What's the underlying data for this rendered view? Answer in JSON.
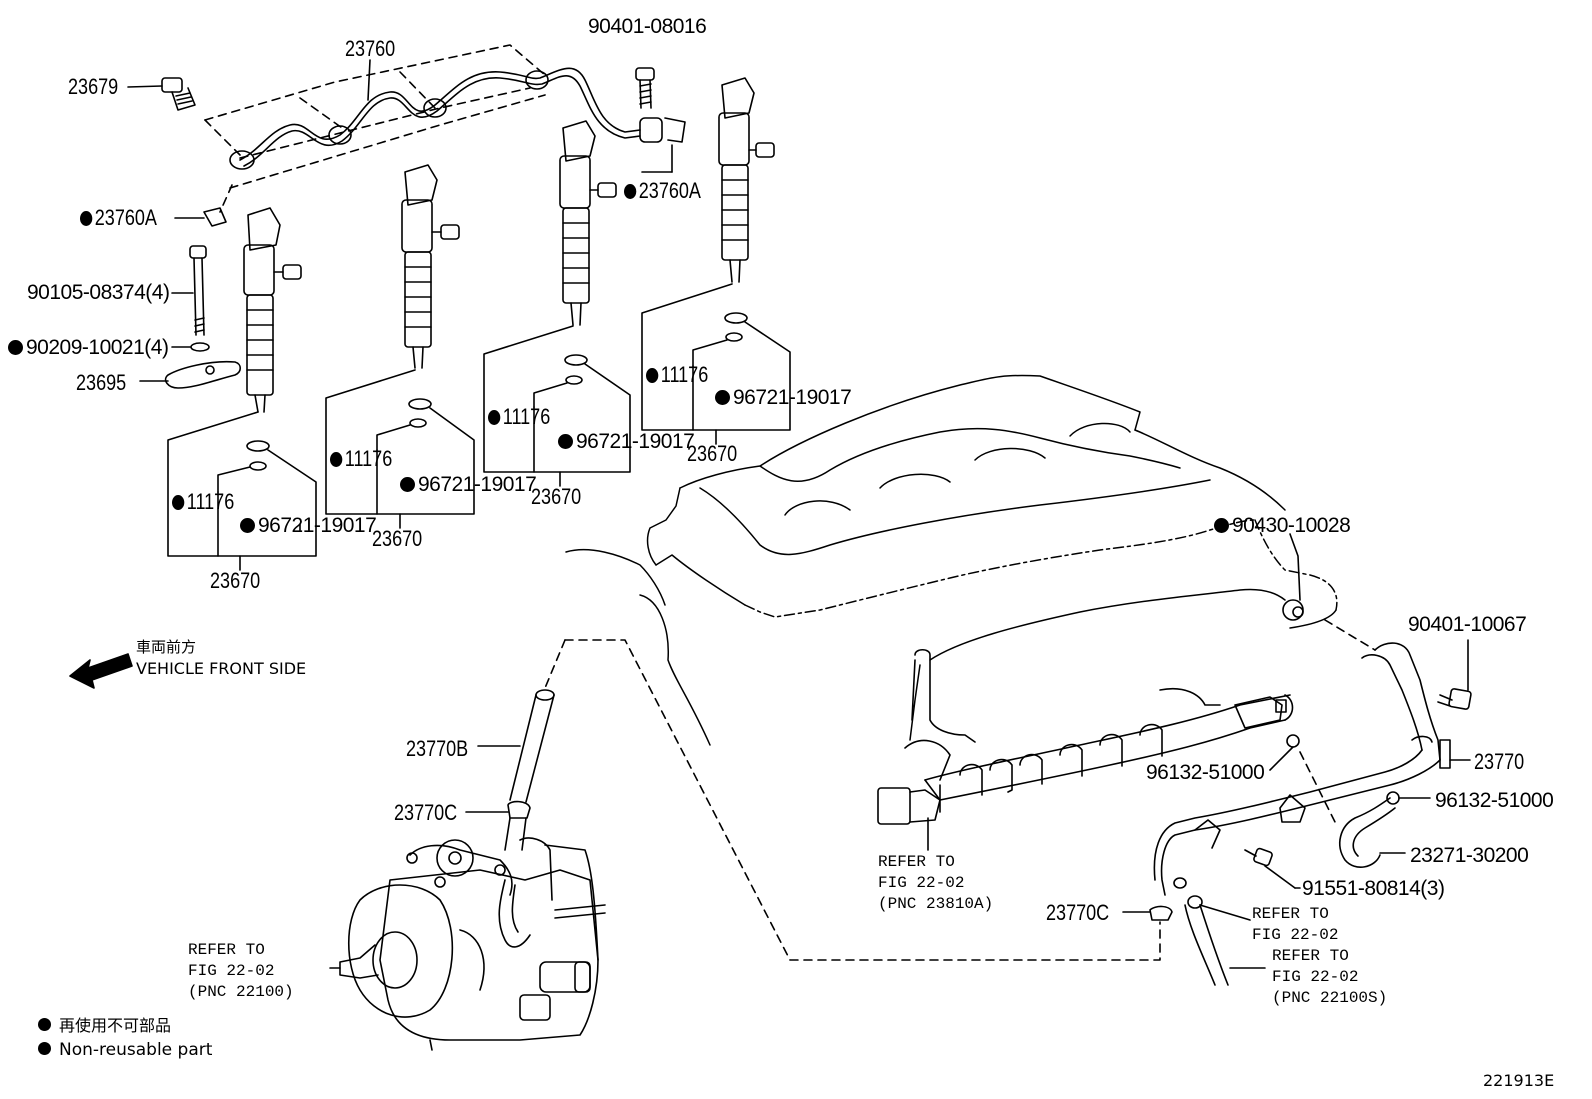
{
  "figure_id": "221913E",
  "direction": {
    "line1": "車両前方",
    "line2": "VEHICLE FRONT SIDE"
  },
  "legend": {
    "line1": "再使用不可部品",
    "line2": "Non-reusable part"
  },
  "parts": {
    "p23760": "23760",
    "p23679": "23679",
    "p90401_08016": "90401-08016",
    "p23760A_top": "23760A",
    "p23760A_left": "23760A",
    "p90105": "90105-08374(4)",
    "p90209": "90209-10021(4)",
    "p23695": "23695",
    "g1_11176": "11176",
    "g1_96721": "96721-19017",
    "g1_23670": "23670",
    "g2_11176": "11176",
    "g2_96721": "96721-19017",
    "g2_23670": "23670",
    "g3_11176": "11176",
    "g3_96721": "96721-19017",
    "g3_23670": "23670",
    "g4_11176": "11176",
    "g4_96721": "96721-19017",
    "g4_23670": "23670",
    "p90430": "90430-10028",
    "p90401_10067": "90401-10067",
    "p23770": "23770",
    "p96132_a": "96132-51000",
    "p96132_b": "96132-51000",
    "p23271": "23271-30200",
    "p91551": "91551-80814(3)",
    "p23770B": "23770B",
    "p23770C_top": "23770C",
    "p23770C_bot": "23770C"
  },
  "refers": {
    "rail": "REFER TO\nFIG 22-02\n(PNC 23810A)",
    "pump": "REFER TO\nFIG 22-02\n(PNC 22100)",
    "hose1": "REFER TO\nFIG 22-02",
    "hose2": "REFER TO\nFIG 22-02\n(PNC 22100S)"
  }
}
